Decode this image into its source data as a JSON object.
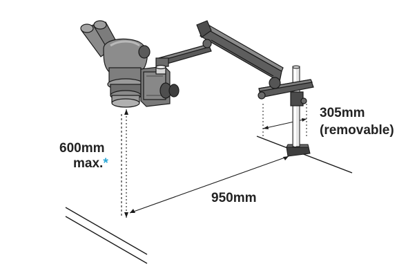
{
  "labels": {
    "height_value": "600mm",
    "height_note": "max.",
    "height_asterisk": "*",
    "reach": "950mm",
    "pole_value": "305mm",
    "pole_note": "(removable)"
  },
  "colors": {
    "label_text": "#222222",
    "asterisk": "#2aa7d6",
    "device_fill": "#8a8a8a",
    "device_dark": "#4a4a4a",
    "line": "#1a1a1a"
  }
}
